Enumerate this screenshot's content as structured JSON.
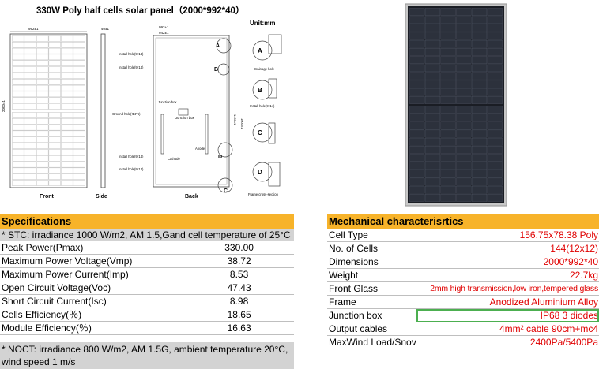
{
  "drawing": {
    "title": "330W  Poly  half  cells  solar  panel（2000*992*40）",
    "unit": "Unit:mm",
    "views": [
      "Front",
      "Side",
      "Back"
    ],
    "dims": {
      "width_top": "992±1",
      "side": "40±1",
      "back_outer": "992±1",
      "back_inner": "942±1",
      "height": "2000±1",
      "back_h1": "1400±1",
      "back_h2": "1000±1"
    },
    "callouts": [
      "Install hole(9*14)",
      "Install hole(9*14)",
      "Ground hole(Φ4*6)",
      "Junction box",
      "Junction box",
      "Anode",
      "Install hole(9*14)",
      "Cathode",
      "Install hole(9*14)"
    ],
    "details": [
      "Drainage hole",
      "Install hole(9*14)",
      "Frame cross-section"
    ],
    "letters": [
      "A",
      "B",
      "C",
      "D"
    ]
  },
  "specifications": {
    "title": "Specifications",
    "stc": "* STC:  irradiance 1000 W/m2, AM 1.5,Gand cell temperature of 25°C",
    "rows": [
      {
        "label": "Peak Power(Pmax)",
        "value": "330.00"
      },
      {
        "label": "Maximum Power Voltage(Vmp)",
        "value": "38.72"
      },
      {
        "label": "Maximum Power Current(Imp)",
        "value": "8.53"
      },
      {
        "label": "Open Circuit Voltage(Voc)",
        "value": "47.43"
      },
      {
        "label": "Short Circuit Current(Isc)",
        "value": "8.98"
      },
      {
        "label": "Cells Efficiency(％)",
        "value": "18.65"
      },
      {
        "label": "Module Efficiency(％)",
        "value": "16.63"
      }
    ],
    "noct": "* NOCT: irradiance  800 W/m2, AM 1.5G, ambient temperature 20°C, wind speed 1 m/s"
  },
  "mechanical": {
    "title": "Mechanical characterisrtics",
    "rows": [
      {
        "label": "Cell Type",
        "value": "156.75x78.38  Poly"
      },
      {
        "label": "No. of Cells",
        "value": "144(12x12)"
      },
      {
        "label": "Dimensions",
        "value": "2000*992*40"
      },
      {
        "label": "Weight",
        "value": "22.7kg"
      },
      {
        "label": "Front Glass",
        "value": "2mm high transmission,low iron,tempered glass"
      },
      {
        "label": "Frame",
        "value": "Anodized Aluminium Alloy"
      },
      {
        "label": "Junction box",
        "value": "IP68  3 diodes"
      },
      {
        "label": "Output cables",
        "value": "4mm² cable 90cm+mc4"
      },
      {
        "label": "MaxWind Load/Snov",
        "value": "2400Pa/5400Pa"
      }
    ]
  }
}
